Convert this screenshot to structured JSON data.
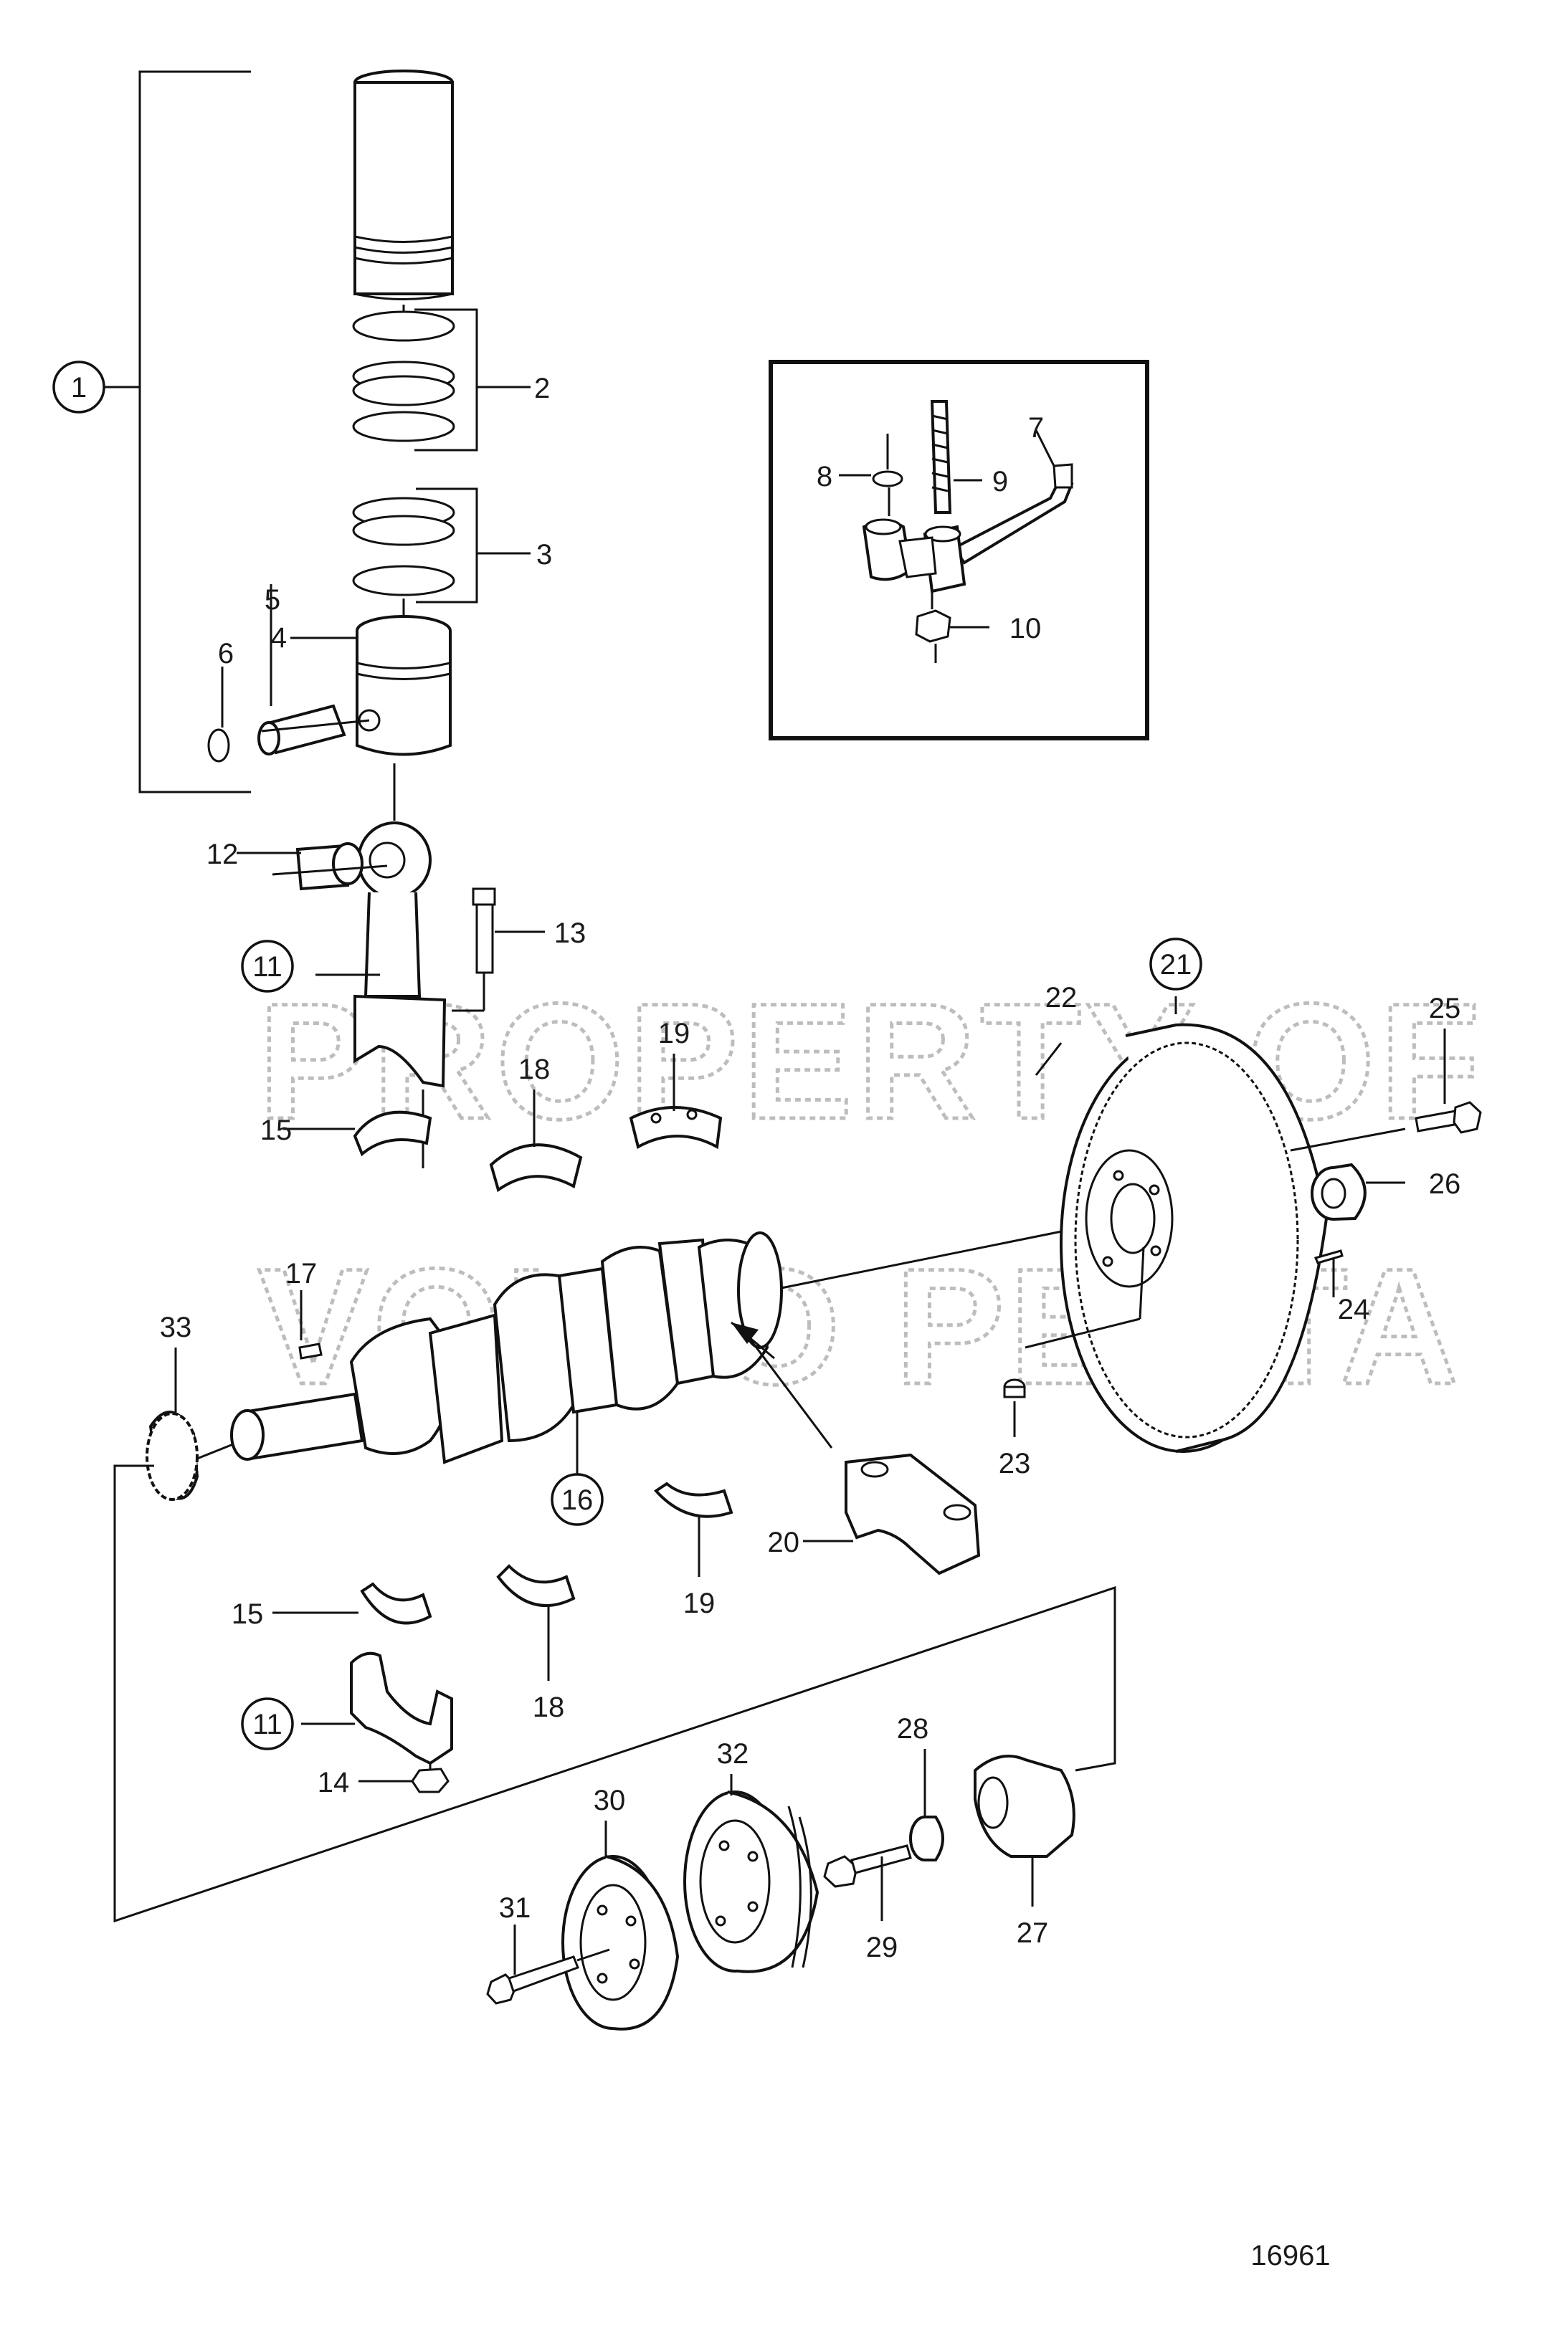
{
  "watermark": {
    "line1": "PROPERTY OF",
    "line2": "VOLVO PENTA"
  },
  "reference_number": "16961",
  "callouts": {
    "c1": "1",
    "c2": "2",
    "c3": "3",
    "c4": "4",
    "c5": "5",
    "c6": "6",
    "c7": "7",
    "c8": "8",
    "c9": "9",
    "c10": "10",
    "c11a": "11",
    "c11b": "11",
    "c12": "12",
    "c13": "13",
    "c14": "14",
    "c15a": "15",
    "c15b": "15",
    "c16": "16",
    "c17": "17",
    "c18a": "18",
    "c18b": "18",
    "c19a": "19",
    "c19b": "19",
    "c20": "20",
    "c21": "21",
    "c22": "22",
    "c23": "23",
    "c24": "24",
    "c25": "25",
    "c26": "26",
    "c27": "27",
    "c28": "28",
    "c29": "29",
    "c30": "30",
    "c31": "31",
    "c32": "32",
    "c33": "33"
  }
}
